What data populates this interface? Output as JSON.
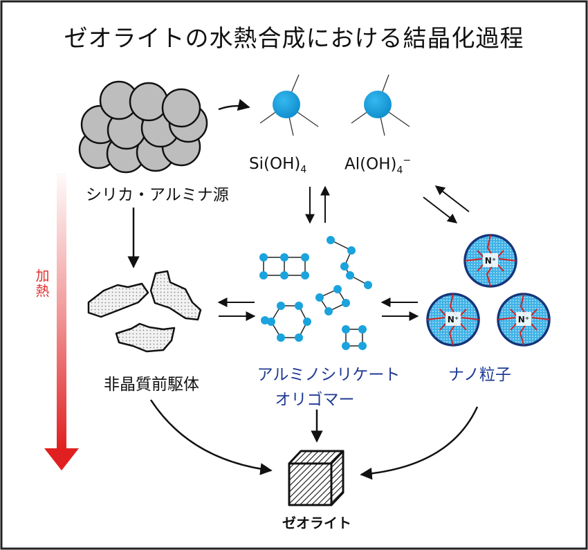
{
  "title": "ゼオライトの水熱合成における結晶化過程",
  "labels": {
    "silica_alumina_source": "シリカ・アルミナ源",
    "si_oh4_base": "Si(OH)",
    "si_oh4_sub": "4",
    "al_oh4_base": "Al(OH)",
    "al_oh4_sub": "4",
    "al_oh4_sup": "−",
    "amorphous_precursor": "非晶質前駆体",
    "aluminosilicate_line1": "アルミノシリケート",
    "aluminosilicate_line2": "オリゴマー",
    "nanoparticles": "ナノ粒子",
    "zeolite": "ゼオライト",
    "heating": "加熱",
    "n_plus": "N⁺"
  },
  "colors": {
    "blue_atom": "#1aa3dc",
    "text_blue": "#1f3a93",
    "gray_sphere": "#bdbdbd",
    "heat_red": "#e02020",
    "template_red": "#d42020"
  }
}
